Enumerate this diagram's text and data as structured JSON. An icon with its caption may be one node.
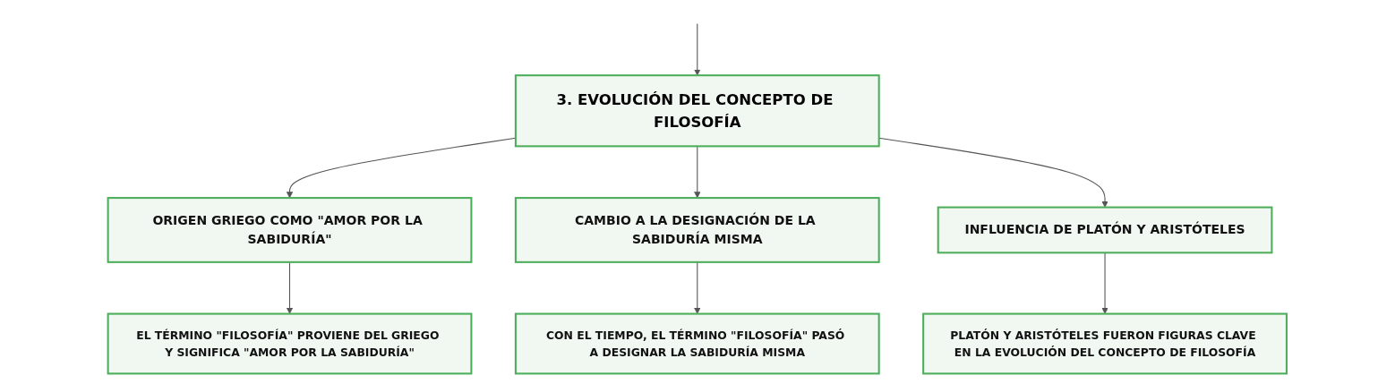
{
  "diagram": {
    "nodes": [
      {
        "text": [
          "3. EVOLUCIÓN DEL CONCEPTO DE FILOSOFÍA"
        ]
      },
      {
        "text": [
          "ORIGEN GRIEGO COMO \"AMOR POR LA SABIDURÍA\""
        ]
      },
      {
        "text": [
          "CAMBIO A LA DESIGNACIÓN DE LA SABIDURÍA MISMA"
        ]
      },
      {
        "text": [
          "INFLUENCIA DE PLATÓN Y ARISTÓTELES"
        ]
      },
      {
        "text": [
          "EL TÉRMINO \"FILOSOFÍA\" PROVIENE DEL GRIEGO Y SIGNIFICA \"AMOR POR LA SABIDURÍA\""
        ]
      },
      {
        "text": [
          "CON EL TIEMPO, EL TÉRMINO \"FILOSOFÍA\" PASÓ A DESIGNAR LA SABIDURÍA MISMA"
        ]
      },
      {
        "text": [
          "PLATÓN Y ARISTÓTELES FUERON FIGURAS CLAVE EN LA EVOLUCIÓN DEL CONCEPTO DE FILOSOFÍA"
        ]
      }
    ],
    "edges": [
      {
        "from": null,
        "to": 0,
        "arrow": "to"
      },
      {
        "from": 0,
        "to": 1,
        "arrow": "to"
      },
      {
        "from": 0,
        "to": 2,
        "arrow": "to"
      },
      {
        "from": 0,
        "to": 3,
        "arrow": "to"
      },
      {
        "from": 1,
        "to": 4,
        "arrow": "to"
      },
      {
        "from": 2,
        "to": 5,
        "arrow": "to"
      },
      {
        "from": 3,
        "to": 6,
        "arrow": "to"
      }
    ]
  }
}
